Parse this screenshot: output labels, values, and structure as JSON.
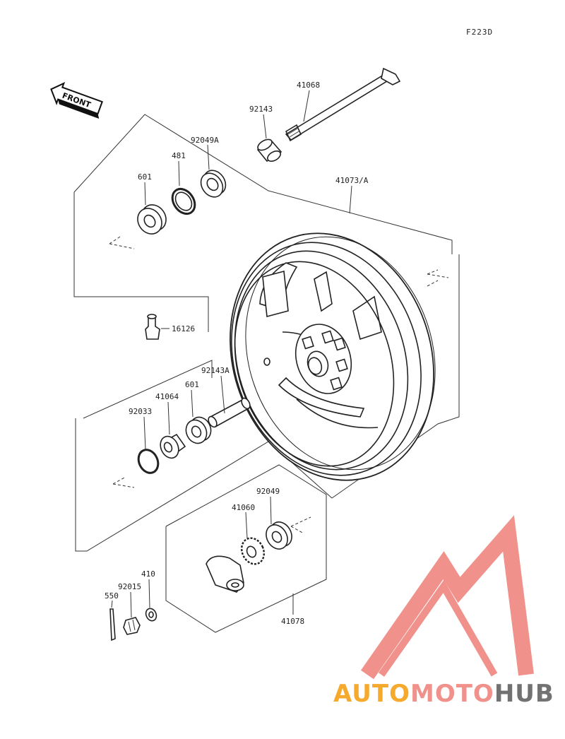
{
  "figure_code": "F223D",
  "front_label": "FRONT",
  "parts": {
    "p41068": "41068",
    "p92143": "92143",
    "p92049A": "92049A",
    "p481": "481",
    "p601_top": "601",
    "p41073A": "41073/A",
    "p16126": "16126",
    "p92143A": "92143A",
    "p601_mid": "601",
    "p41064": "41064",
    "p92033": "92033",
    "p92049": "92049",
    "p41060": "41060",
    "p410": "410",
    "p92015": "92015",
    "p550": "550",
    "p41078": "41078"
  },
  "watermark": {
    "logo_text": "AUTOMOTOHUB",
    "auto": "AUTO",
    "moto": "MOTO",
    "hub": "HUB",
    "color_orange": "#f5a623",
    "color_red": "#f08c86",
    "color_gray": "#6b6b6b"
  }
}
